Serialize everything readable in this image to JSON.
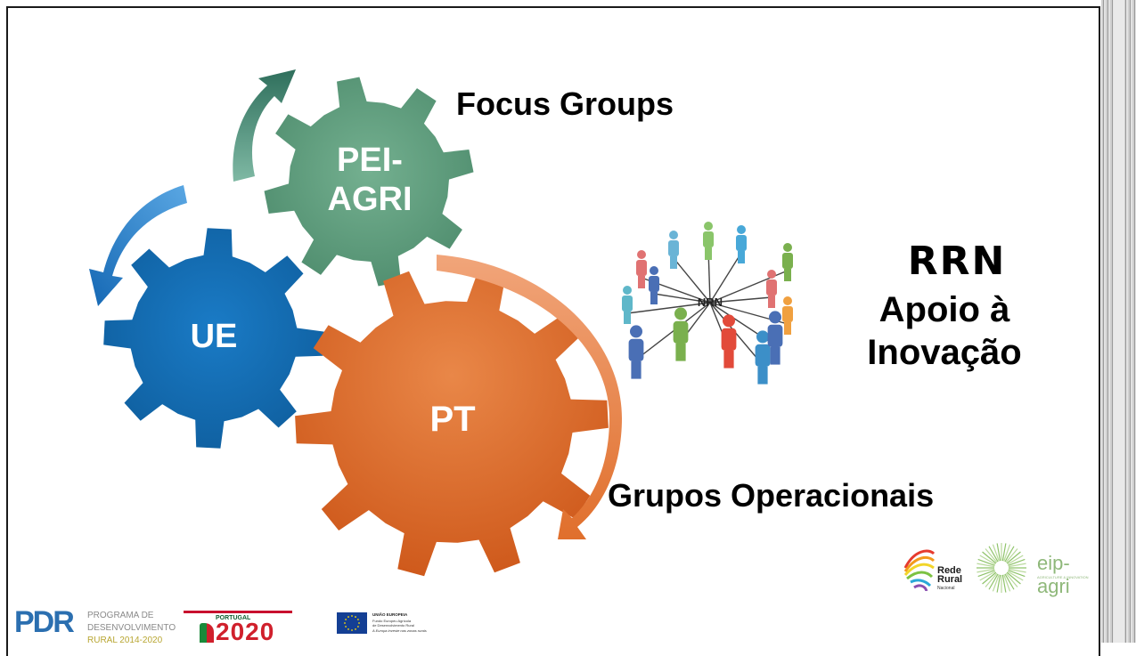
{
  "diagram": {
    "gears": {
      "pei": "PEI-\nAGRI",
      "ue": "UE",
      "pt": "PT"
    },
    "network_center": "NRN",
    "labels": {
      "focus_groups": "Focus Groups",
      "grupos_operacionais": "Grupos Operacionais",
      "rrn": "RRN",
      "apoio_line1": "Apoio à",
      "apoio_line2": "Inovação"
    }
  },
  "logos": {
    "rede_rural": {
      "line1": "Rede",
      "line2": "Rural",
      "line3": "Nacional"
    },
    "eip_agri": {
      "name": "eip-agri",
      "tagline": "AGRICULTURE & INNOVATION"
    },
    "pdr": {
      "mark": "PDR",
      "line1": "PROGRAMA DE",
      "line2": "DESENVOLVIMENTO",
      "line3": "RURAL 2014-2020"
    },
    "portugal2020": {
      "top": "PORTUGAL",
      "year": "2020"
    },
    "uniao_europeia": {
      "line1": "UNIÃO EUROPEIA",
      "line2": "Fundo Europeu Agrícola",
      "line3": "de Desenvolvimento Rural",
      "line4": "A Europa investe nas zonas rurais"
    }
  },
  "colors": {
    "pei_gear": "#5f9e7e",
    "ue_gear": "#1570b8",
    "pt_gear": "#e07232",
    "teal_arrow": "#3f7f6a",
    "blue_arrow": "#1f7fcf",
    "orange_arrow": "#e8874a"
  }
}
